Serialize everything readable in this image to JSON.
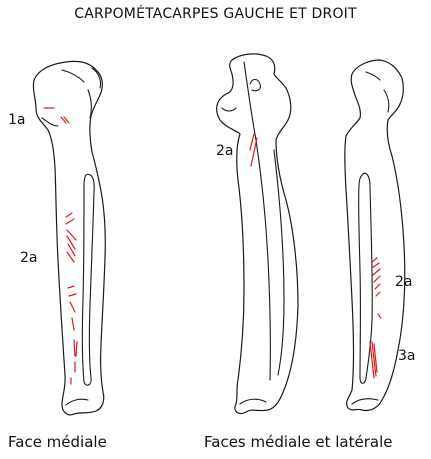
{
  "title": "CARPOMÉTACARPES GAUCHE ET DROIT",
  "captions": {
    "left": "Face médiale",
    "right": "Faces médiale et latérale"
  },
  "labels": {
    "left_1": "1a",
    "left_2": "2a",
    "middle_2": "2a",
    "right_2": "2a",
    "right_3": "3a"
  },
  "colors": {
    "cut_marks": "#e0191f",
    "outline": "#1a1a1a"
  }
}
